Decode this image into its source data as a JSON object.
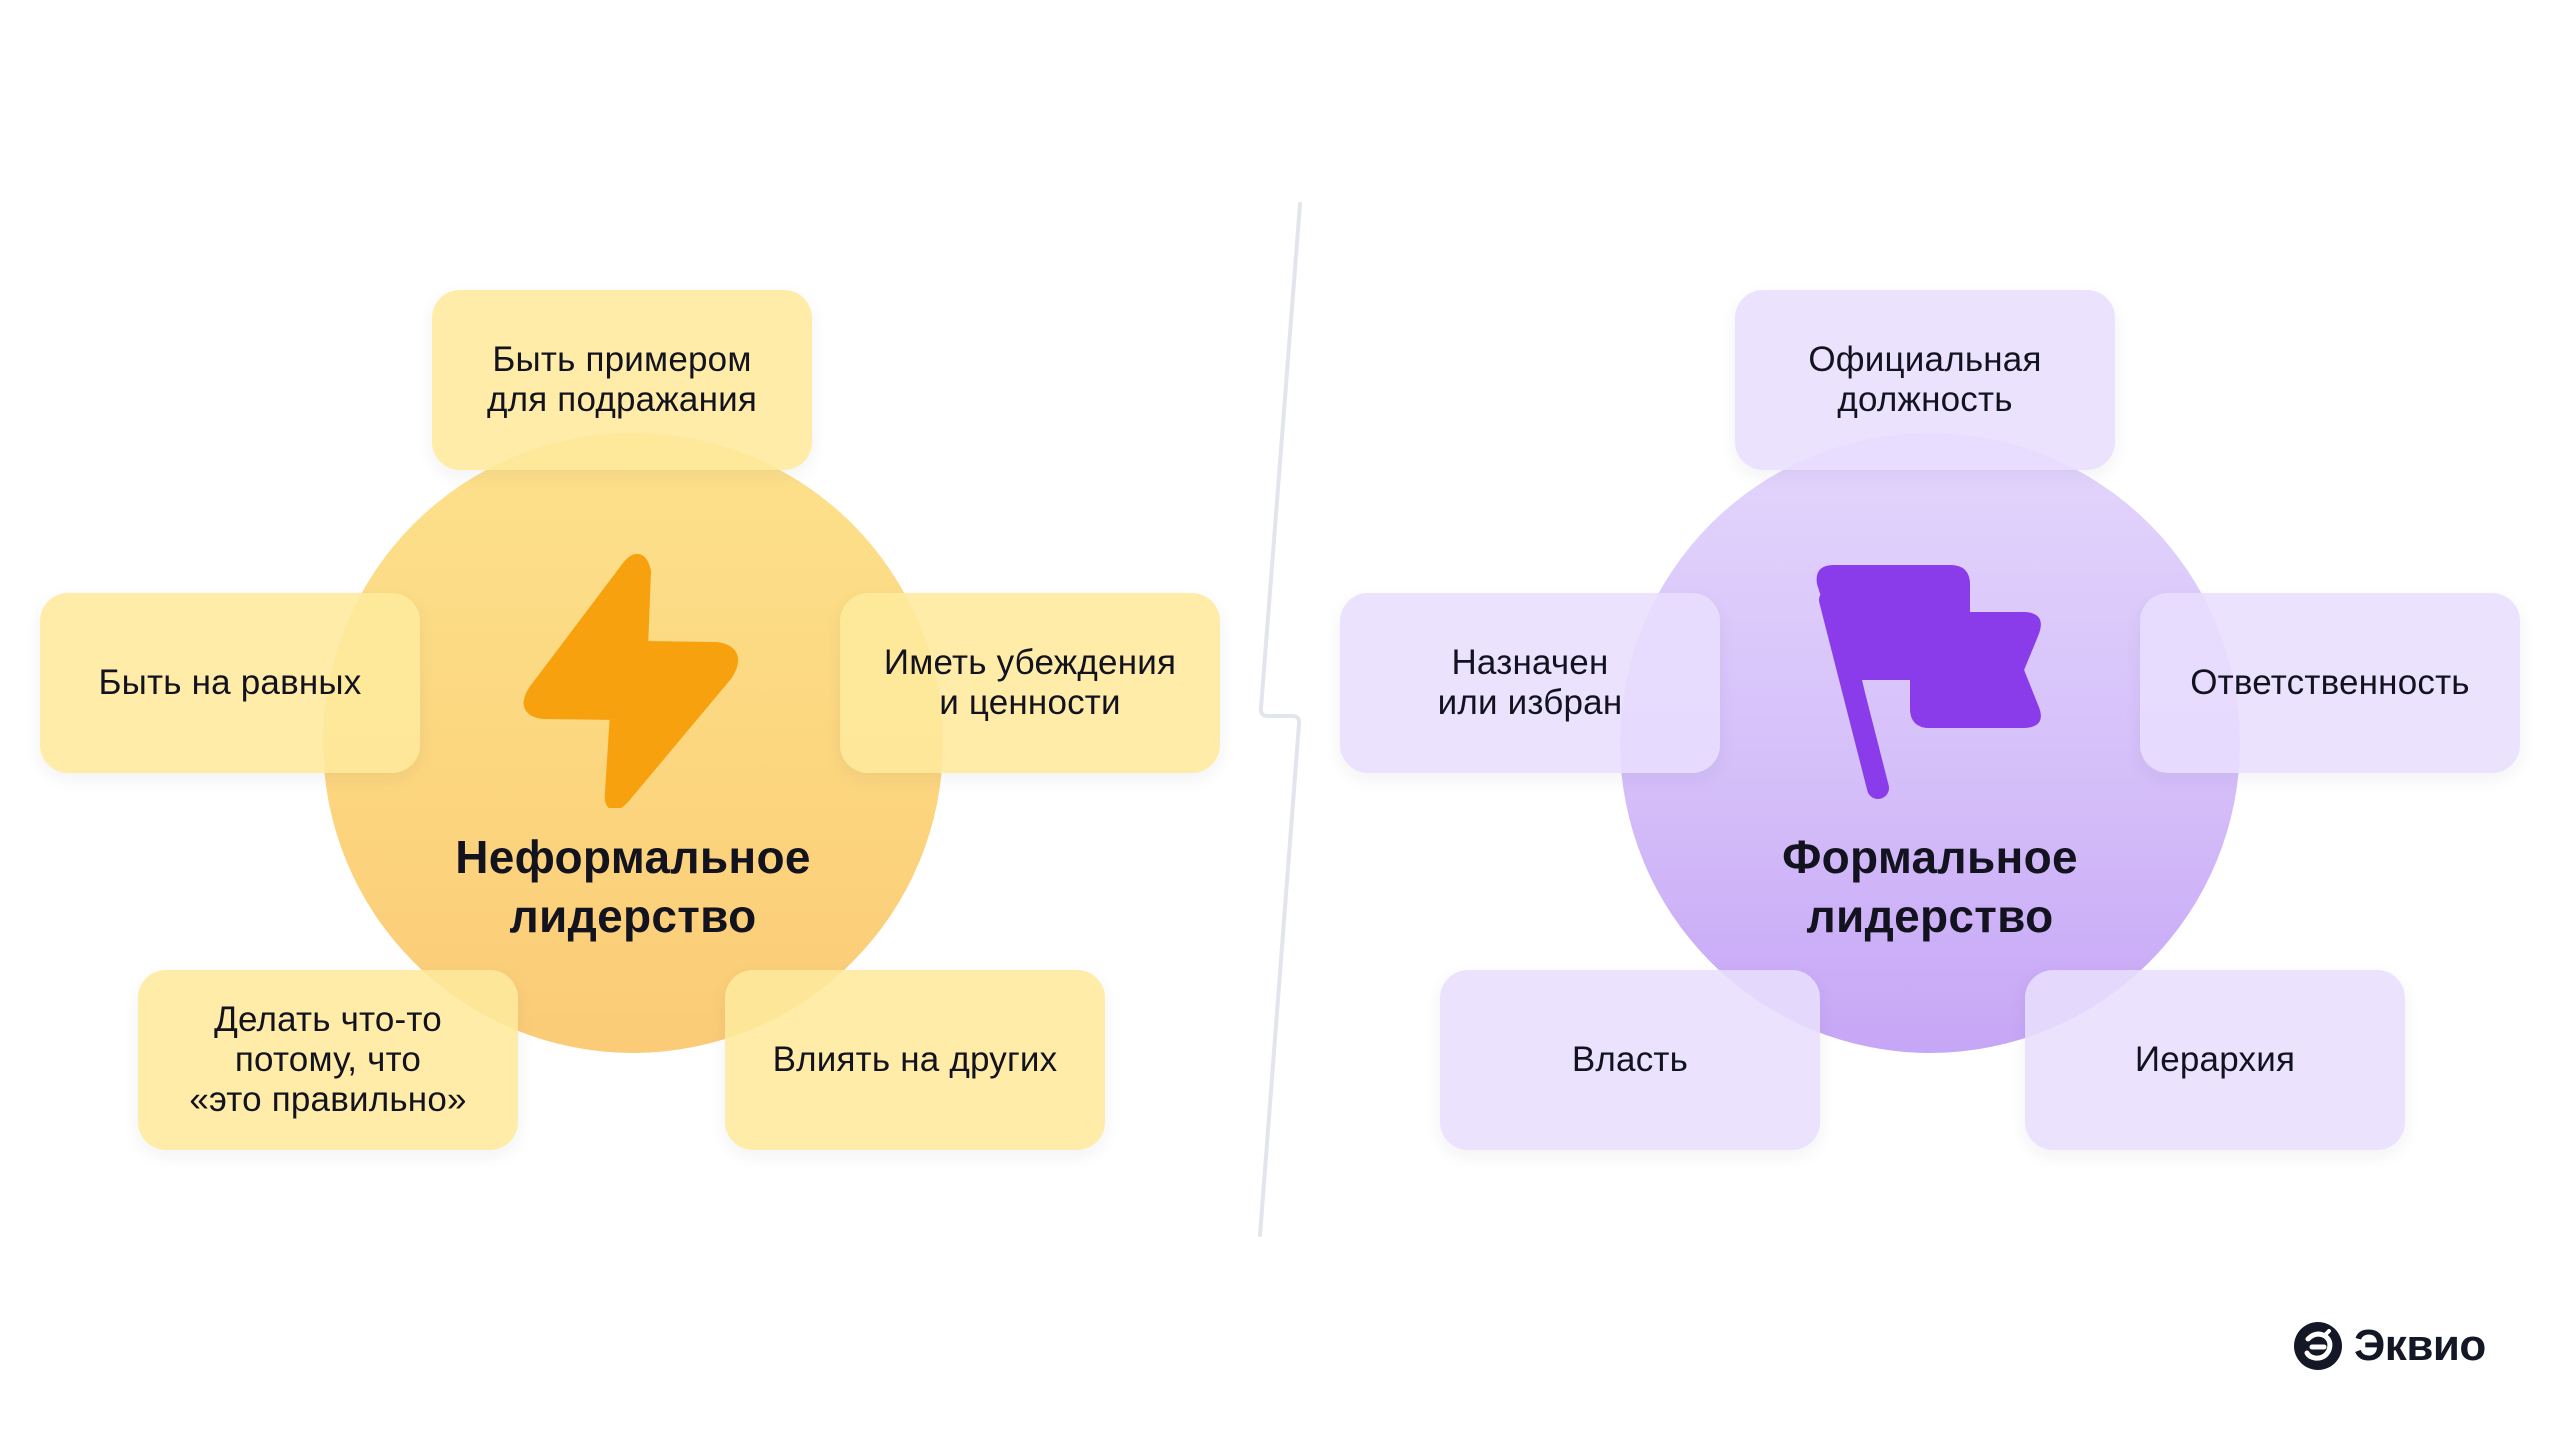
{
  "colors": {
    "yellow_card": "#fee99c",
    "yellow_circle_top": "#fde18c",
    "yellow_circle_bottom": "#fbcb77",
    "bolt": "#f7a10e",
    "purple_card": "#e8defe",
    "purple_circle_top": "#e3d6fc",
    "purple_circle_bottom": "#c6a6f6",
    "flag": "#8a3ceb",
    "divider": "#e3e5ee",
    "text": "#12131f"
  },
  "informal": {
    "title": "Неформальное\nлидерство",
    "icon": "lightning-bolt-icon",
    "cards": [
      {
        "position": "top",
        "label": "Быть примером\nдля подражания"
      },
      {
        "position": "left",
        "label": "Быть на равных"
      },
      {
        "position": "right",
        "label": "Иметь убеждения\nи ценности"
      },
      {
        "position": "bottom-left",
        "label": "Делать что-то\nпотому, что\n«это правильно»"
      },
      {
        "position": "bottom-right",
        "label": "Влиять на других"
      }
    ]
  },
  "formal": {
    "title": "Формальное\nлидерство",
    "icon": "flag-icon",
    "cards": [
      {
        "position": "top",
        "label": "Официальная\nдолжность"
      },
      {
        "position": "left",
        "label": "Назначен\nили избран"
      },
      {
        "position": "right",
        "label": "Ответственность"
      },
      {
        "position": "bottom-left",
        "label": "Власть"
      },
      {
        "position": "bottom-right",
        "label": "Иерархия"
      }
    ]
  },
  "brand": {
    "logo_icon": "ekvio-logo-icon",
    "name": "Эквио"
  }
}
